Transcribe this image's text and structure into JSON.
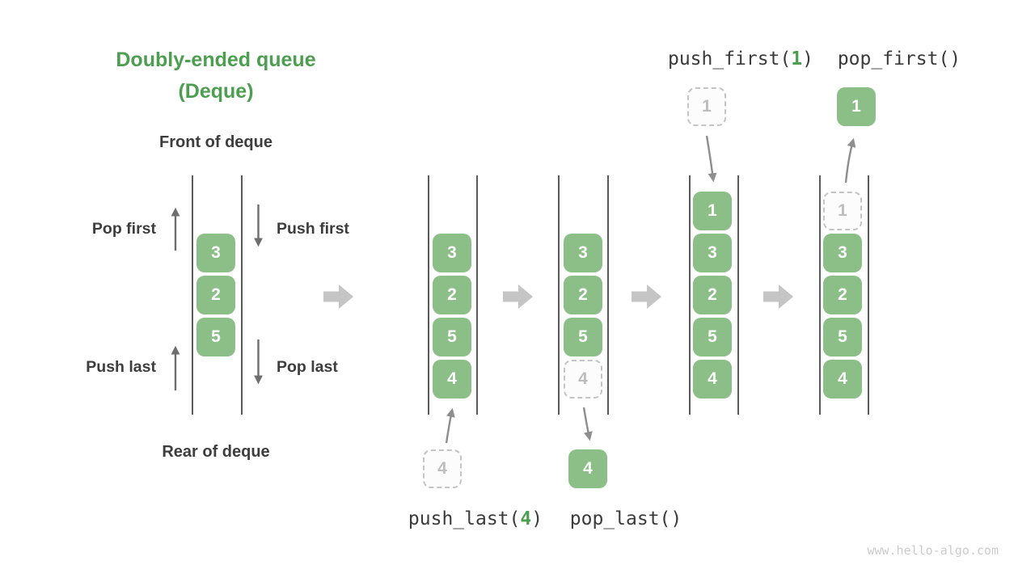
{
  "title": {
    "line1": "Doubly-ended queue",
    "line2": "(Deque)"
  },
  "labels": {
    "front": "Front of deque",
    "rear": "Rear of deque",
    "pop_first": "Pop first",
    "push_first": "Push first",
    "push_last": "Push last",
    "pop_last": "Pop last"
  },
  "operations": {
    "push_last": {
      "prefix": "push_last(",
      "arg": "4",
      "suffix": ")"
    },
    "pop_last": {
      "label": "pop_last()"
    },
    "push_first": {
      "prefix": "push_first(",
      "arg": "1",
      "suffix": ")"
    },
    "pop_first": {
      "label": "pop_first()"
    }
  },
  "queues": {
    "initial": {
      "cells": [
        "3",
        "2",
        "5"
      ]
    },
    "after_push_last": {
      "cells": [
        "3",
        "2",
        "5",
        "4"
      ]
    },
    "after_pop_last": {
      "cells": [
        "3",
        "2",
        "5"
      ],
      "ghost": "4"
    },
    "after_push_first": {
      "cells": [
        "1",
        "3",
        "2",
        "5",
        "4"
      ]
    },
    "after_pop_first": {
      "ghost": "1",
      "cells": [
        "3",
        "2",
        "5",
        "4"
      ]
    }
  },
  "floating": {
    "push_last_input": "4",
    "pop_last_output": "4",
    "push_first_input": "1",
    "pop_first_output": "1"
  },
  "colors": {
    "accent_green_text": "#4d9e50",
    "cell_green": "#8cbe88",
    "ghost_border": "#c4c4c4",
    "ghost_text": "#bdbdbd",
    "flow_arrow_gray": "#c5c5c5",
    "thin_arrow_gray": "#6e6e6e",
    "channel_line": "#5a5a5a",
    "dark_text": "#3c3c3c"
  },
  "watermark": "www.hello-algo.com"
}
